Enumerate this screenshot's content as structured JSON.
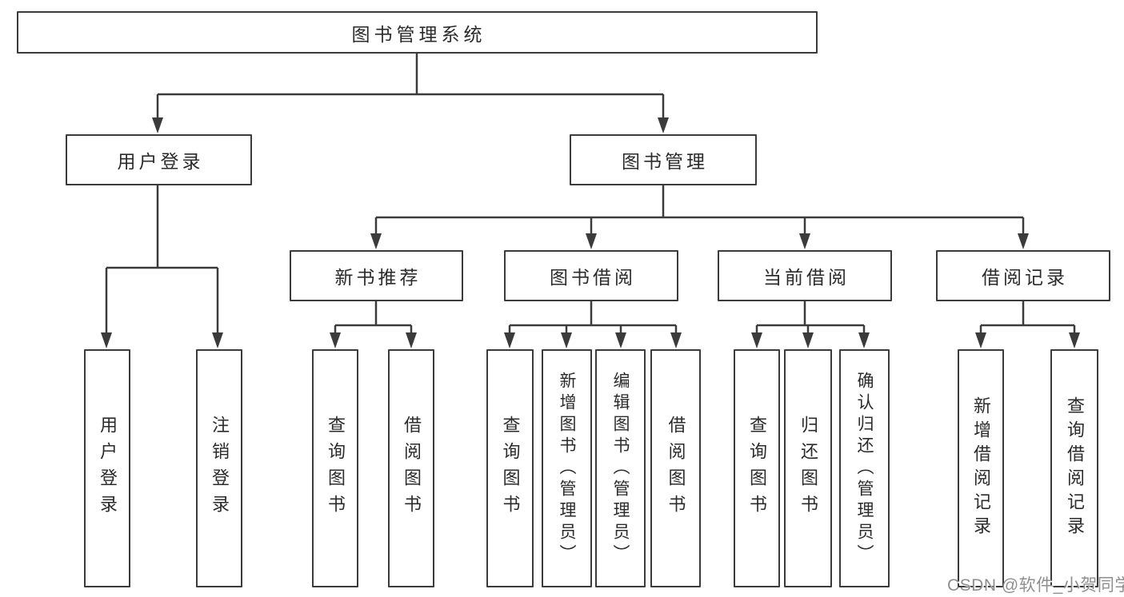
{
  "diagram": {
    "title": "图书管理系统",
    "root": {
      "label": "图书管理系统"
    },
    "branches": [
      {
        "label": "用户登录",
        "children": [
          {
            "label": "用户登录"
          },
          {
            "label": "注销登录"
          }
        ]
      },
      {
        "label": "图书管理",
        "children": [
          {
            "label": "新书推荐",
            "children": [
              {
                "label": "查询图书"
              },
              {
                "label": "借阅图书"
              }
            ]
          },
          {
            "label": "图书借阅",
            "children": [
              {
                "label": "查询图书"
              },
              {
                "label": "新增图书（管理员）"
              },
              {
                "label": "编辑图书（管理员）"
              },
              {
                "label": "借阅图书"
              }
            ]
          },
          {
            "label": "当前借阅",
            "children": [
              {
                "label": "查询图书"
              },
              {
                "label": "归还图书"
              },
              {
                "label": "确认归还（管理员）"
              }
            ]
          },
          {
            "label": "借阅记录",
            "children": [
              {
                "label": "新增借阅记录"
              },
              {
                "label": "查询借阅记录"
              }
            ]
          }
        ]
      }
    ],
    "watermark": "CSDN @软件_小贺同学",
    "colors": {
      "line": "#3b3b3b",
      "box_border": "#3b3b3b",
      "text": "#2b2b2b",
      "background": "#ffffff",
      "watermark": "#8f8f8f"
    }
  }
}
